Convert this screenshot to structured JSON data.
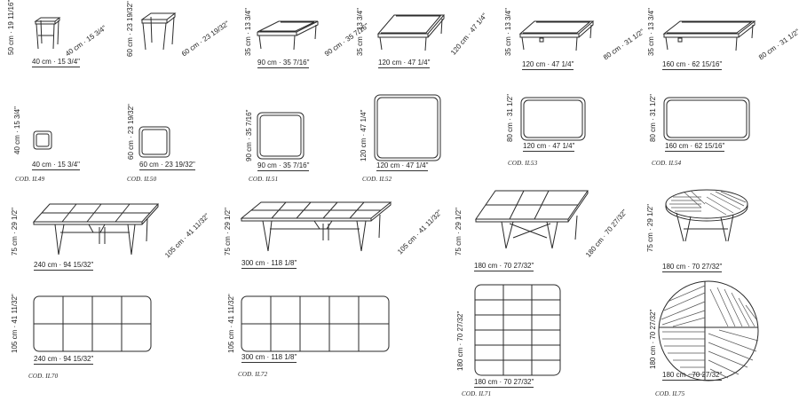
{
  "colors": {
    "line": "#2a2a2a",
    "light": "#777777",
    "wood": "#555555"
  },
  "products": [
    {
      "code": "COD. IL49",
      "width": "40 cm · 15 3/4\"",
      "depth": "40 cm · 15 3/4\"",
      "height": "50 cm · 19 11/16\"",
      "plan_width": "40 cm · 15 3/4\"",
      "plan_depth": "40 cm · 15 3/4\""
    },
    {
      "code": "COD. IL50",
      "width": "60 cm · 23 19/32\"",
      "depth": "60 cm · 23 19/32\"",
      "height": "60 cm · 23 19/32\"",
      "plan_width": "60 cm · 23 19/32\"",
      "plan_depth": "60 cm · 23 19/32\""
    },
    {
      "code": "COD. IL51",
      "width": "90 cm · 35 7/16\"",
      "depth": "90 cm · 35 7/16\"",
      "height": "35 cm · 13 3/4\"",
      "plan_width": "90 cm · 35 7/16\"",
      "plan_depth": "90 cm · 35 7/16\""
    },
    {
      "code": "COD. IL52",
      "width": "120 cm · 47 1/4\"",
      "depth": "120 cm · 47 1/4\"",
      "height": "35 cm · 13 3/4\"",
      "plan_width": "120 cm · 47 1/4\"",
      "plan_depth": "120 cm · 47 1/4\""
    },
    {
      "code": "COD. IL53",
      "width": "120 cm · 47 1/4\"",
      "depth": "80 cm · 31 1/2\"",
      "height": "35 cm · 13 3/4\"",
      "plan_width": "120 cm · 47 1/4\"",
      "plan_depth": "80 cm · 31 1/2\""
    },
    {
      "code": "COD. IL54",
      "width": "160 cm · 62 15/16\"",
      "depth": "80 cm · 31 1/2\"",
      "height": "35 cm · 13 3/4\"",
      "plan_width": "160 cm · 62 15/16\"",
      "plan_depth": "80 cm · 31 1/2\""
    },
    {
      "code": "COD. IL70",
      "width": "240 cm · 94 15/32\"",
      "depth": "105 cm · 41 11/32\"",
      "height": "75 cm · 29 1/2\"",
      "plan_width": "240 cm · 94 15/32\"",
      "plan_depth": "105 cm · 41 11/32\""
    },
    {
      "code": "COD. IL72",
      "width": "300 cm · 118 1/8\"",
      "depth": "105 cm · 41 11/32\"",
      "height": "75 cm · 29 1/2\"",
      "plan_width": "300 cm · 118 1/8\"",
      "plan_depth": "105 cm · 41 11/32\""
    },
    {
      "code": "COD. IL71",
      "width": "180 cm · 70 27/32\"",
      "depth": "180 cm · 70 27/32\"",
      "height": "75 cm · 29 1/2\"",
      "plan_width": "180 cm · 70 27/32\"",
      "plan_depth": "180 cm · 70 27/32\""
    },
    {
      "code": "COD. IL75",
      "width": "180 cm · 70 27/32\"",
      "height": "75 cm · 29 1/2\"",
      "plan_width": "180 cm · 70 27/32\"",
      "plan_depth": "180 cm · 70 27/32\""
    }
  ]
}
